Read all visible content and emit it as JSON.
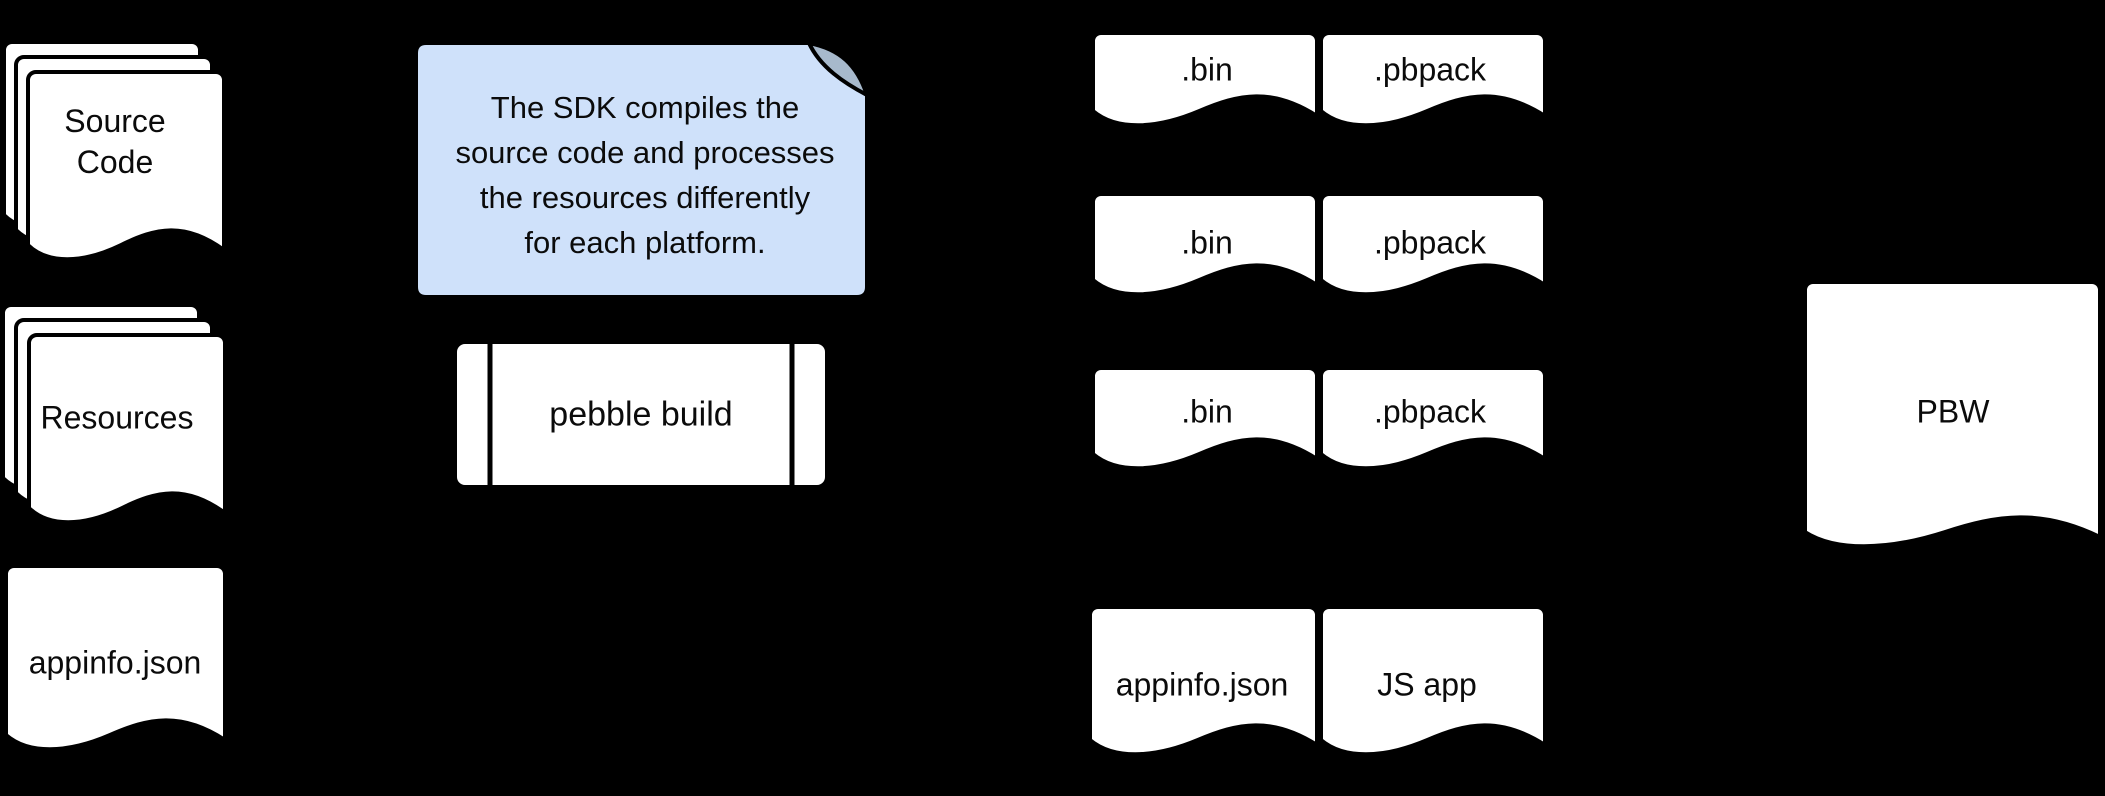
{
  "diagram": {
    "inputs": {
      "source_code": "Source\nCode",
      "resources": "Resources",
      "appinfo": "appinfo.json"
    },
    "note": "The SDK compiles the\nsource code and processes\nthe resources differently\nfor each platform.",
    "process": "pebble build",
    "platform_outputs": [
      {
        "bin": ".bin",
        "pbpack": ".pbpack"
      },
      {
        "bin": ".bin",
        "pbpack": ".pbpack"
      },
      {
        "bin": ".bin",
        "pbpack": ".pbpack"
      }
    ],
    "common_outputs": {
      "appinfo": "appinfo.json",
      "js_app": "JS app"
    },
    "final": "PBW",
    "colors": {
      "background": "#000000",
      "document_fill": "#ffffff",
      "stroke": "#000000",
      "note_fill": "#cfe1fa",
      "note_fold": "#a7b9cc",
      "text": "#0b0b0b"
    }
  }
}
